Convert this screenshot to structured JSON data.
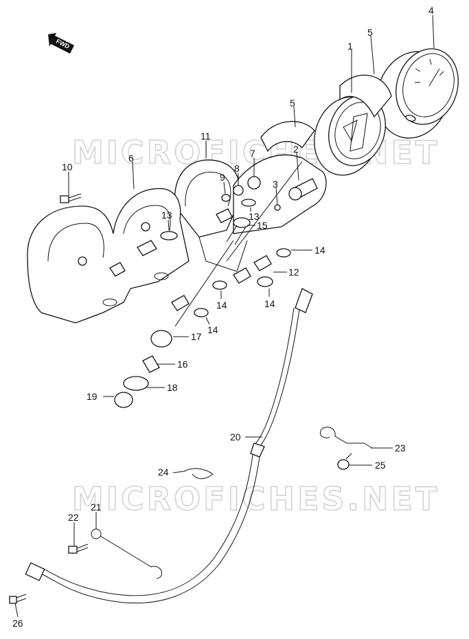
{
  "watermark": {
    "text_top": "MICROFICHES.NET",
    "text_bottom": "MICROFICHES.NET"
  },
  "direction_marker": {
    "text": "FWD"
  },
  "callouts": [
    {
      "id": "c1",
      "text": "1"
    },
    {
      "id": "c2",
      "text": "2"
    },
    {
      "id": "c3",
      "text": "3"
    },
    {
      "id": "c4",
      "text": "4"
    },
    {
      "id": "c5a",
      "text": "5"
    },
    {
      "id": "c5b",
      "text": "5"
    },
    {
      "id": "c6",
      "text": "6"
    },
    {
      "id": "c7",
      "text": "7"
    },
    {
      "id": "c8",
      "text": "8"
    },
    {
      "id": "c9",
      "text": "9"
    },
    {
      "id": "c10",
      "text": "10"
    },
    {
      "id": "c11",
      "text": "11"
    },
    {
      "id": "c12",
      "text": "12"
    },
    {
      "id": "c13a",
      "text": "13"
    },
    {
      "id": "c13b",
      "text": "13"
    },
    {
      "id": "c14a",
      "text": "14"
    },
    {
      "id": "c14b",
      "text": "14"
    },
    {
      "id": "c14c",
      "text": "14"
    },
    {
      "id": "c14d",
      "text": "14"
    },
    {
      "id": "c15",
      "text": "15"
    },
    {
      "id": "c16",
      "text": "16"
    },
    {
      "id": "c17",
      "text": "17"
    },
    {
      "id": "c18",
      "text": "18"
    },
    {
      "id": "c19",
      "text": "19"
    },
    {
      "id": "c20",
      "text": "20"
    },
    {
      "id": "c21",
      "text": "21"
    },
    {
      "id": "c22",
      "text": "22"
    },
    {
      "id": "c23",
      "text": "23"
    },
    {
      "id": "c24",
      "text": "24"
    },
    {
      "id": "c25",
      "text": "25"
    },
    {
      "id": "c26",
      "text": "26"
    }
  ]
}
